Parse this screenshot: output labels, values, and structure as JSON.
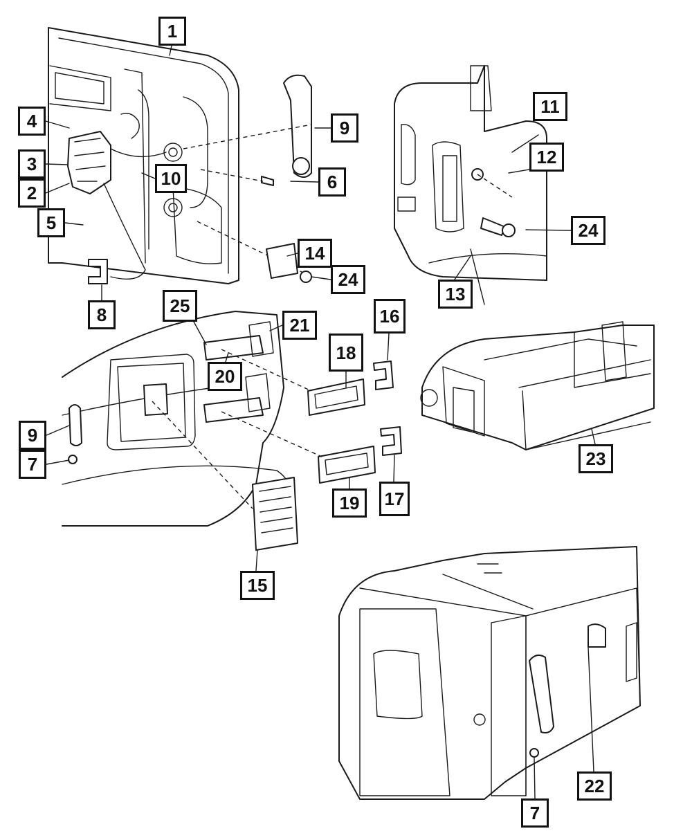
{
  "callouts": [
    {
      "id": "c1",
      "text": "1"
    },
    {
      "id": "c4",
      "text": "4"
    },
    {
      "id": "c3",
      "text": "3"
    },
    {
      "id": "c2",
      "text": "2"
    },
    {
      "id": "c5",
      "text": "5"
    },
    {
      "id": "c8",
      "text": "8"
    },
    {
      "id": "c9a",
      "text": "9"
    },
    {
      "id": "c10",
      "text": "10"
    },
    {
      "id": "c6",
      "text": "6"
    },
    {
      "id": "c14",
      "text": "14"
    },
    {
      "id": "c24a",
      "text": "24"
    },
    {
      "id": "c11",
      "text": "11"
    },
    {
      "id": "c12",
      "text": "12"
    },
    {
      "id": "c24b",
      "text": "24"
    },
    {
      "id": "c13",
      "text": "13"
    },
    {
      "id": "c25",
      "text": "25"
    },
    {
      "id": "c21",
      "text": "21"
    },
    {
      "id": "c20",
      "text": "20"
    },
    {
      "id": "c18",
      "text": "18"
    },
    {
      "id": "c16",
      "text": "16"
    },
    {
      "id": "c9b",
      "text": "9"
    },
    {
      "id": "c7a",
      "text": "7"
    },
    {
      "id": "c19",
      "text": "19"
    },
    {
      "id": "c17",
      "text": "17"
    },
    {
      "id": "c15",
      "text": "15"
    },
    {
      "id": "c23",
      "text": "23"
    },
    {
      "id": "c22",
      "text": "22"
    },
    {
      "id": "c7b",
      "text": "7"
    }
  ]
}
